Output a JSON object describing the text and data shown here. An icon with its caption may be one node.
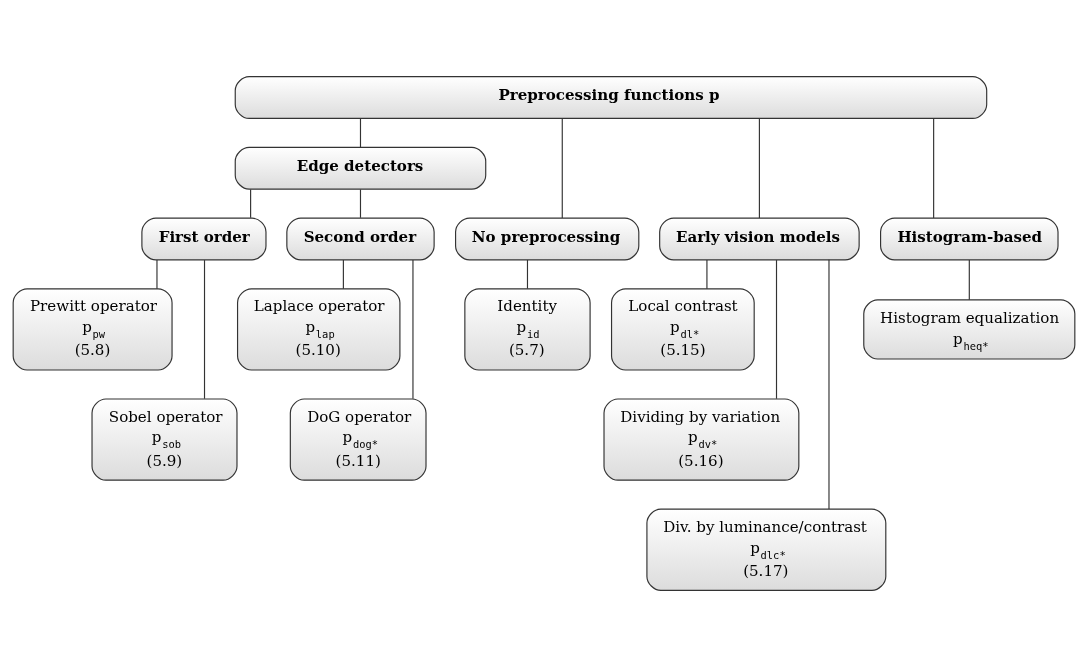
{
  "diagram": {
    "nodes": [
      {
        "text": [
          "Preprocessing functions p"
        ]
      },
      {
        "text": [
          "Edge detectors"
        ]
      },
      {
        "text": [
          "No preprocessing"
        ]
      },
      {
        "text": [
          "First order"
        ]
      },
      {
        "text": [
          "Second order"
        ]
      },
      {
        "text": [
          "Early vision models"
        ]
      },
      {
        "text": [
          "Histogram-based"
        ]
      },
      {
        "text": [
          "Identity",
          "p$_{id}$",
          "(5.7)"
        ]
      },
      {
        "text": [
          "Prewitt operator",
          "p$_{pw}$",
          "(5.8)"
        ]
      },
      {
        "text": [
          "Sobel operator",
          "p$_{sob}$",
          "(5.9)"
        ]
      },
      {
        "text": [
          "Laplace operator",
          "p$_{lap}$",
          "(5.10)"
        ]
      },
      {
        "text": [
          "DoG operator",
          "p$_{dog*}$",
          "(5.11)"
        ]
      },
      {
        "text": [
          "Local contrast",
          "p$_{dl*}$",
          "(5.15)"
        ]
      },
      {
        "text": [
          "Dividing by variation",
          "p$_{dv*}$",
          "(5.16)"
        ]
      },
      {
        "text": [
          "Div. by luminance/contrast",
          "p$_{dlc*}$",
          "(5.17)"
        ]
      },
      {
        "text": [
          "Histogram equalization",
          "p$_{heq*}$"
        ]
      }
    ],
    "edges": [
      {
        "from": 0,
        "to": 2,
        "arrow": "none"
      },
      {
        "from": 0,
        "to": 1,
        "arrow": "none"
      },
      {
        "from": 0,
        "to": 5,
        "arrow": "none"
      },
      {
        "from": 0,
        "to": 6,
        "arrow": "none"
      },
      {
        "from": 1,
        "to": 3,
        "arrow": "none"
      },
      {
        "from": 1,
        "to": 4,
        "arrow": "none"
      },
      {
        "from": 2,
        "to": 7,
        "arrow": "none"
      },
      {
        "from": 3,
        "to": 8,
        "arrow": "none"
      },
      {
        "from": 3,
        "to": 9,
        "arrow": "none"
      },
      {
        "from": 4,
        "to": 10,
        "arrow": "none"
      },
      {
        "from": 4,
        "to": 11,
        "arrow": "none"
      },
      {
        "from": 5,
        "to": 12,
        "arrow": "none"
      },
      {
        "from": 5,
        "to": 13,
        "arrow": "none"
      },
      {
        "from": 5,
        "to": 14,
        "arrow": "none"
      },
      {
        "from": 6,
        "to": 15,
        "arrow": "none"
      }
    ]
  }
}
